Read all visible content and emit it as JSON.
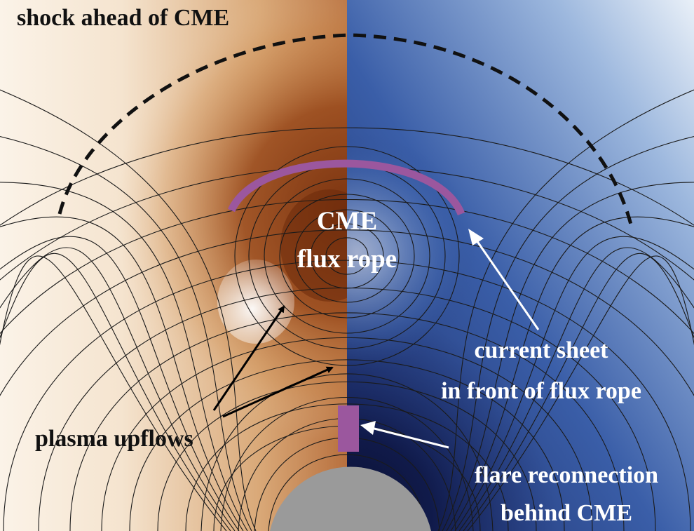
{
  "figure": {
    "labels": {
      "shock": "shock ahead of CME",
      "cme_line1": "CME",
      "cme_line2": "flux rope",
      "current_sheet_line1": "current sheet",
      "current_sheet_line2": "in front of flux rope",
      "plasma": "plasma upflows",
      "flare_line1": "flare reconnection",
      "flare_line2": "behind CME"
    },
    "colors": {
      "left_light": "#fbf3e8",
      "left_mid": "#d7a06a",
      "left_dark": "#8a3d14",
      "right_light": "#e6eef8",
      "right_mid": "#5c86c4",
      "right_dark": "#1e3170",
      "core_dark": "#0b1030",
      "purple": "#9b579e",
      "sun_disk": "#9a9a9a",
      "field_line": "#1a1a1a",
      "shock": "#111111",
      "arrow_dark": "#000000",
      "arrow_light": "#ffffff",
      "text_dark": "#111111",
      "text_light": "#ffffff"
    }
  }
}
